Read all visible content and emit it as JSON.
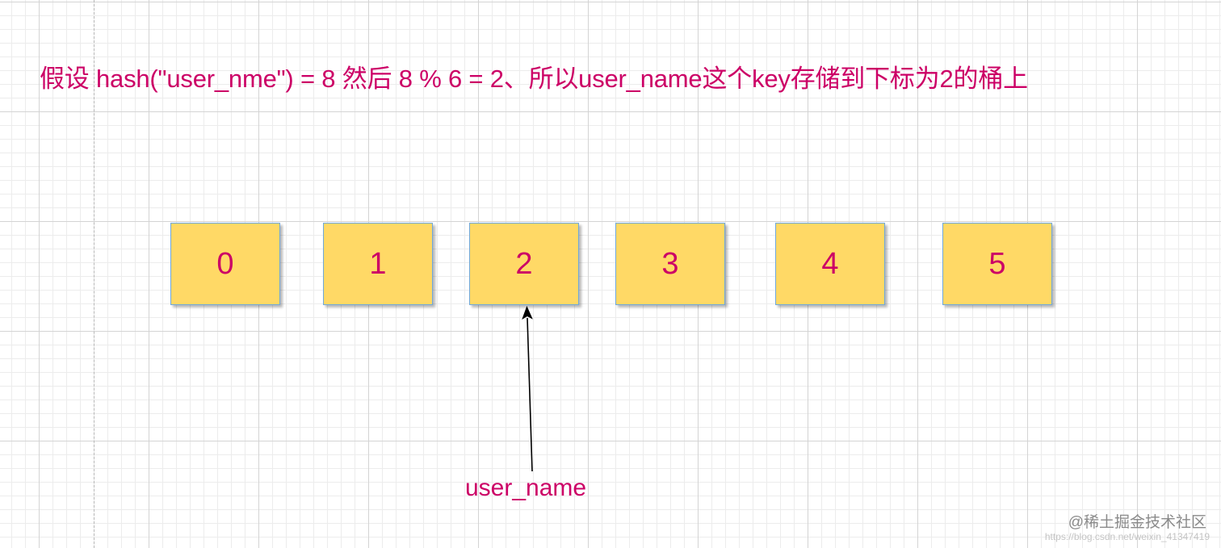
{
  "caption": "假设 hash(\"user_nme\") = 8 然后 8 % 6 = 2、所以user_name这个key存储到下标为2的桶上",
  "buckets": [
    {
      "label": "0"
    },
    {
      "label": "1"
    },
    {
      "label": "2"
    },
    {
      "label": "3"
    },
    {
      "label": "4"
    },
    {
      "label": "5"
    }
  ],
  "key": {
    "label": "user_name",
    "target_bucket": "2"
  },
  "colors": {
    "text": "#cc0066",
    "bucket_fill": "#ffd966",
    "bucket_border": "#6fa8dc",
    "arrow": "#000000",
    "grid": "#d4d4d4"
  },
  "watermark": {
    "brand": "@稀土掘金技术社区",
    "url": "https://blog.csdn.net/weixin_41347419"
  }
}
